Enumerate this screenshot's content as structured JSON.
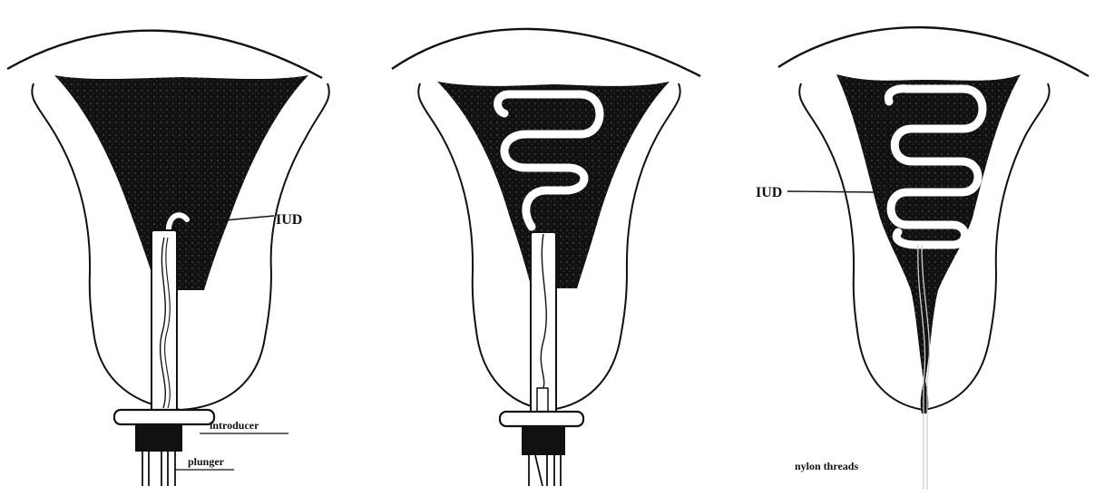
{
  "figure": {
    "panels": [
      {
        "name": "insertion-start",
        "labels": {
          "iud": "IUD",
          "introducer": "introducer",
          "plunger": "plunger"
        }
      },
      {
        "name": "insertion-mid"
      },
      {
        "name": "iud-in-place",
        "labels": {
          "iud": "IUD",
          "threads": "nylon threads"
        }
      }
    ]
  },
  "colors": {
    "ink": "#111111",
    "paper": "#ffffff"
  }
}
